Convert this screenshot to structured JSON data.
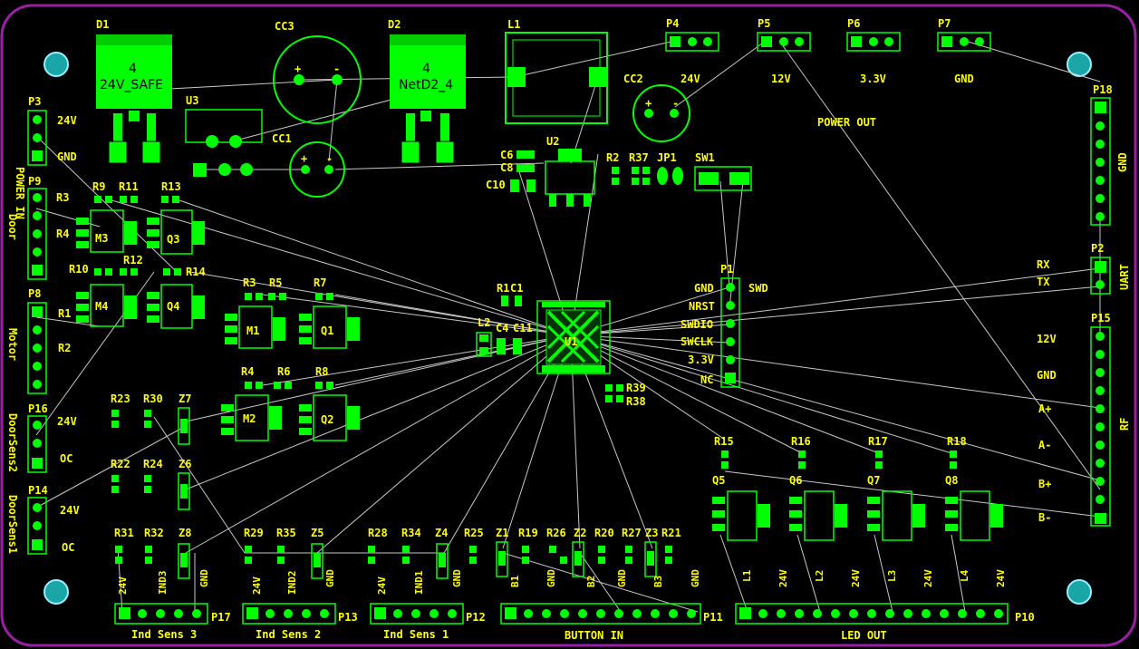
{
  "colors": {
    "background": "#000000",
    "outline": "#9b1fa5",
    "copper": "#00ff00",
    "silk": "#ffff00",
    "ratsnest": "#c8c8c8",
    "mounting_hole": "#1aa6a6"
  },
  "components": {
    "D1": {
      "ref": "D1",
      "num": "4",
      "value": "24V_SAFE"
    },
    "D2": {
      "ref": "D2",
      "num": "4",
      "value": "NetD2_4"
    },
    "CC1": "CC1",
    "CC2": "CC2",
    "CC3": "CC3",
    "L1": "L1",
    "L2": "L2",
    "U2": "U2",
    "U3": "U3",
    "U1": "U1",
    "M1": "M1",
    "M2": "M2",
    "M3": "M3",
    "M4": "M4",
    "Q1": "Q1",
    "Q2": "Q2",
    "Q3": "Q3",
    "Q4": "Q4",
    "Q5": "Q5",
    "Q6": "Q6",
    "Q7": "Q7",
    "Q8": "Q8",
    "SW1": "SW1",
    "JP1": "JP1",
    "C6": "C6",
    "C8": "C8",
    "C10": "C10",
    "C1": "C1",
    "C4": "C4",
    "C11": "C11"
  },
  "resistors": [
    "R1",
    "R2",
    "R3",
    "R4",
    "R5",
    "R6",
    "R7",
    "R8",
    "R9",
    "R10",
    "R11",
    "R12",
    "R13",
    "R14",
    "R15",
    "R16",
    "R17",
    "R18",
    "R19",
    "R20",
    "R21",
    "R22",
    "R23",
    "R24",
    "R25",
    "R26",
    "R27",
    "R28",
    "R29",
    "R30",
    "R31",
    "R32",
    "R34",
    "R35",
    "R37",
    "R38",
    "R39"
  ],
  "zeners": [
    "Z1",
    "Z2",
    "Z3",
    "Z4",
    "Z5",
    "Z6",
    "Z7",
    "Z8"
  ],
  "headers": {
    "P1": {
      "ref": "P1",
      "title": "SWD",
      "pins": [
        "GND",
        "NRST",
        "SWDIO",
        "SWCLK",
        "3.3V",
        "NC"
      ]
    },
    "P2": {
      "ref": "P2",
      "title": "UART",
      "pins": [
        "RX",
        "TX"
      ]
    },
    "P3": {
      "ref": "P3",
      "title": "POWER IN",
      "pins": [
        "24V",
        "GND"
      ]
    },
    "P4": "P4",
    "P5": "P5",
    "P6": "P6",
    "P7": "P7",
    "P8": {
      "ref": "P8",
      "title": "Motor"
    },
    "P9": {
      "ref": "P9",
      "title": "Door"
    },
    "P10": {
      "ref": "P10",
      "title": "LED OUT",
      "pins": [
        "L1",
        "24V",
        "L2",
        "24V",
        "L3",
        "24V",
        "L4",
        "24V"
      ]
    },
    "P11": {
      "ref": "P11",
      "title": "BUTTON IN",
      "pins": [
        "B1",
        "GND",
        "B2",
        "GND",
        "B3",
        "GND"
      ]
    },
    "P12": {
      "ref": "P12",
      "title": "Ind Sens 1",
      "pins": [
        "24V",
        "IND1",
        "GND"
      ]
    },
    "P13": {
      "ref": "P13",
      "title": "Ind Sens 2",
      "pins": [
        "24V",
        "IND2",
        "GND"
      ]
    },
    "P14": {
      "ref": "P14",
      "title": "DoorSens1",
      "pins": [
        "24V",
        "OC"
      ]
    },
    "P15": {
      "ref": "P15",
      "title": "RF",
      "pins": [
        "12V",
        "GND",
        "A+",
        "A-",
        "B+",
        "B-"
      ]
    },
    "P16": {
      "ref": "P16",
      "title": "DoorSens2",
      "pins": [
        "24V",
        "OC"
      ]
    },
    "P17": {
      "ref": "P17",
      "title": "Ind Sens 3",
      "pins": [
        "24V",
        "IND3",
        "GND"
      ]
    },
    "P18": {
      "ref": "P18",
      "title": "GND"
    }
  },
  "power_out": {
    "title": "POWER OUT",
    "labels": [
      "24V",
      "12V",
      "3.3V",
      "GND"
    ]
  },
  "polarity": {
    "plus": "+",
    "minus": "-"
  }
}
